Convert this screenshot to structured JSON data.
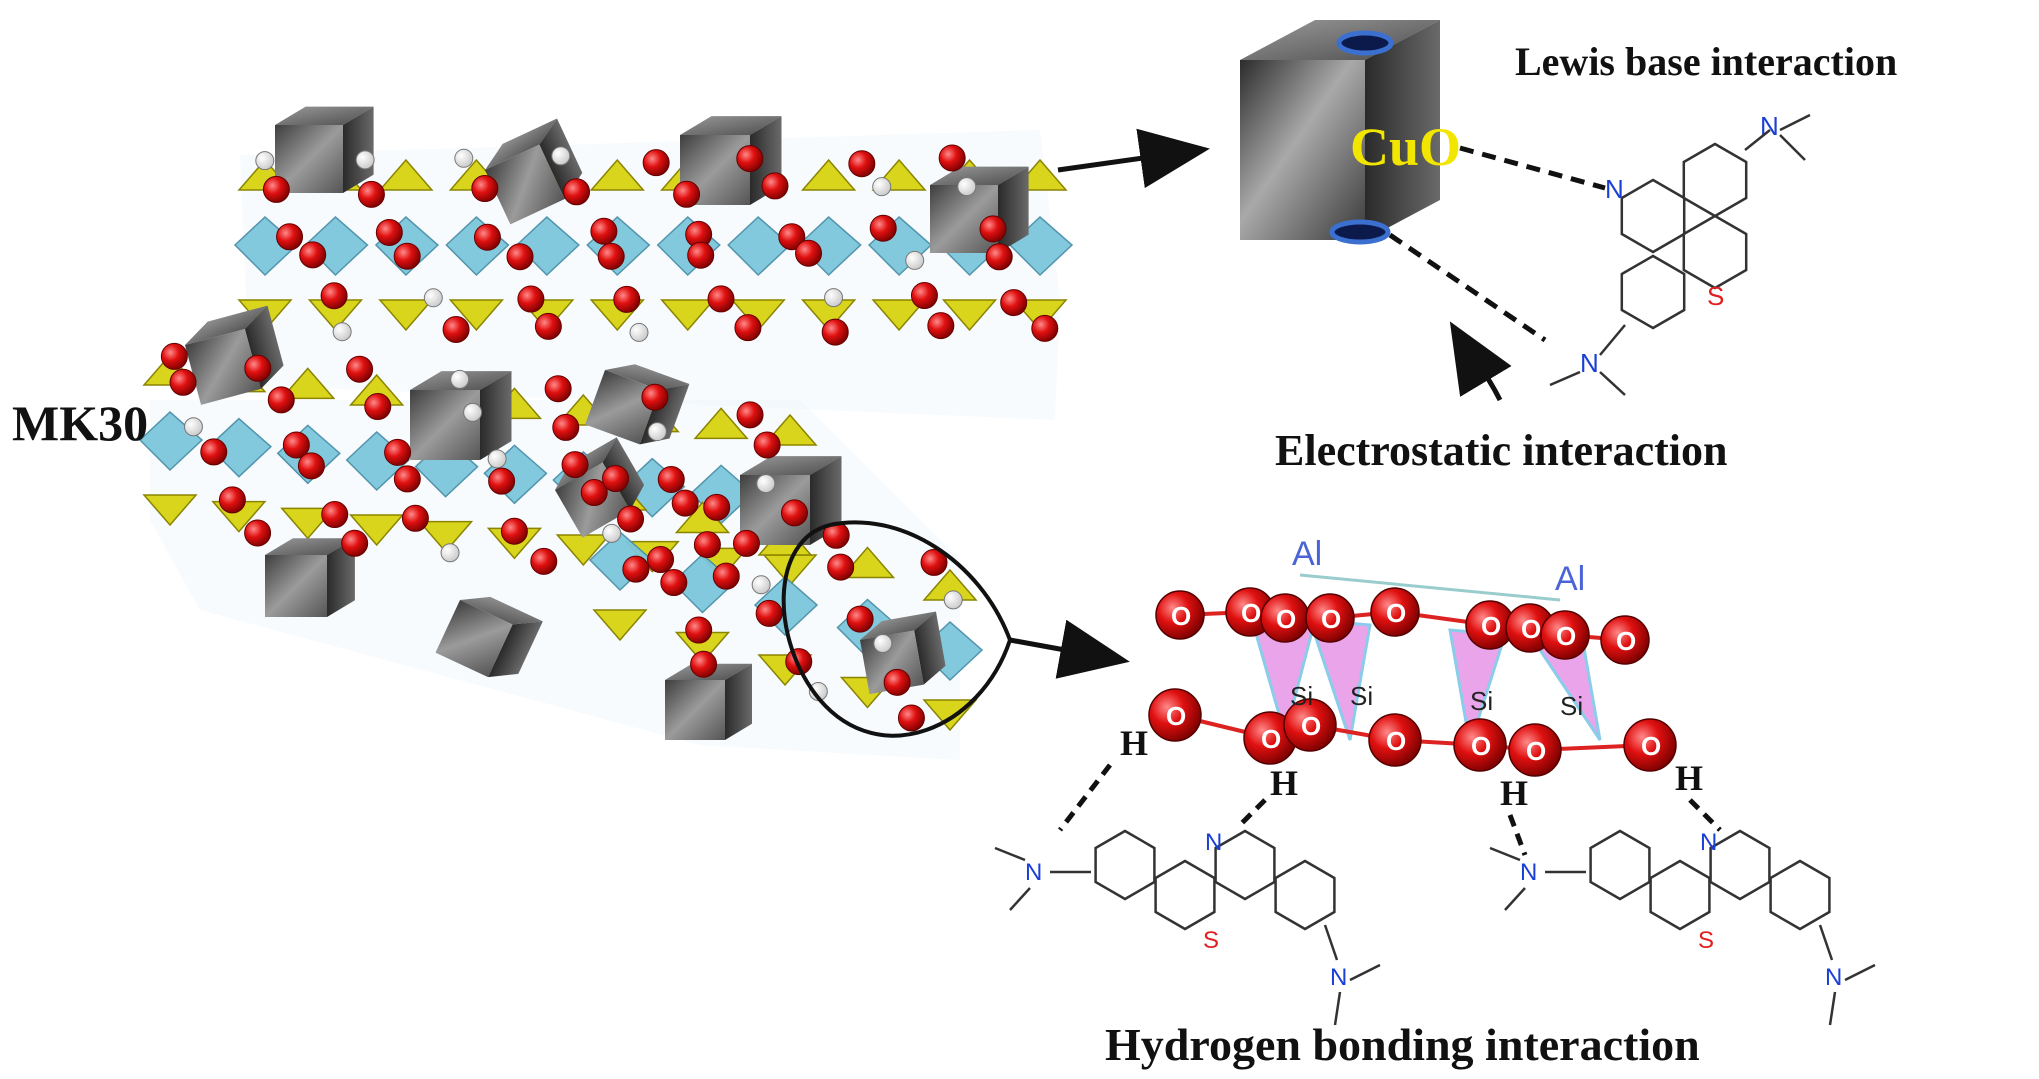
{
  "labels": {
    "mk30": "MK30",
    "cuo": "CuO",
    "lewis": "Lewis base interaction",
    "electrostatic": "Electrostatic interaction",
    "hbond": "Hydrogen bonding interaction"
  },
  "atoms": {
    "al": "Al",
    "si": "Si",
    "o": "O",
    "h": "H",
    "n": "N",
    "s": "S"
  },
  "colors": {
    "oxygen": "#e01010",
    "tetrahedron_yellow": "#d9d41c",
    "octahedron_blue": "#7cc7dc",
    "cube_gray": "#6b6b6b",
    "cuo_text": "#f2e600",
    "nitrogen_blue": "#1a3fd6",
    "sulfur_red": "#e02020",
    "si_tetra_pink": "#e79be8",
    "al_blue": "#4a63d6",
    "site_blue": "#3b6fd0"
  }
}
